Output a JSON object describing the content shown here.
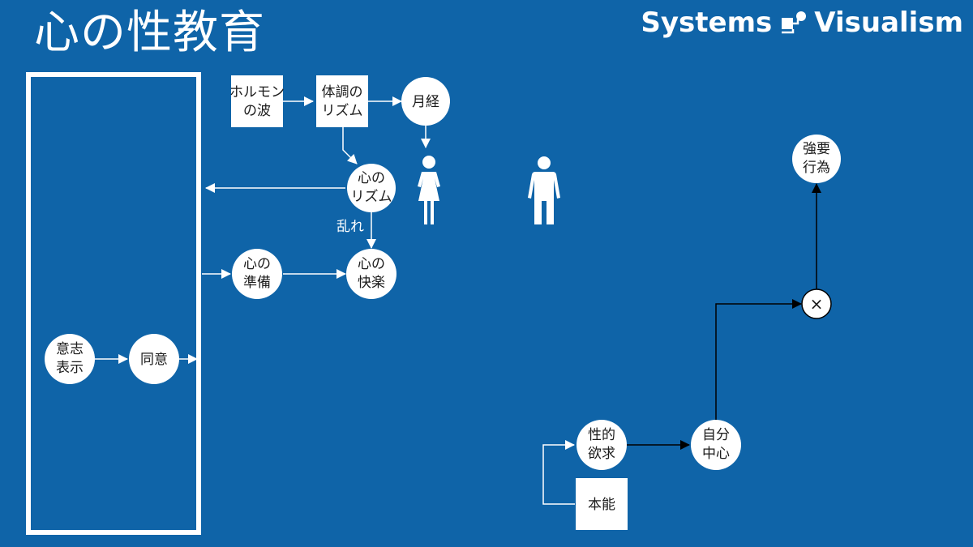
{
  "header": {
    "title": "心の性教育",
    "brand_left": "Systems",
    "brand_right": "Visualism",
    "brand_icon": "systems-visualism-logo"
  },
  "nodes": {
    "hormone_wave": [
      "ホルモン",
      "の波"
    ],
    "body_rhythm": [
      "体調の",
      "リズム"
    ],
    "menstruation": [
      "月経"
    ],
    "mind_rhythm": [
      "心の",
      "リズム"
    ],
    "mind_preparation": [
      "心の",
      "準備"
    ],
    "mind_pleasure": [
      "心の",
      "快楽"
    ],
    "intention": [
      "意志",
      "表示"
    ],
    "consent": [
      "同意"
    ],
    "coercion": [
      "強要",
      "行為"
    ],
    "multiply": "×",
    "self_centered": [
      "自分",
      "中心"
    ],
    "sexual_desire": [
      "性的",
      "欲求"
    ],
    "instinct": [
      "本能"
    ]
  },
  "labels": {
    "disturbance": "乱れ"
  },
  "icons": {
    "female": "female-person-icon",
    "male": "male-person-icon"
  },
  "colors": {
    "background": "#0f64a8",
    "node_fill": "#ffffff",
    "arrow_light": "#ffffff",
    "arrow_dark": "#000000"
  }
}
